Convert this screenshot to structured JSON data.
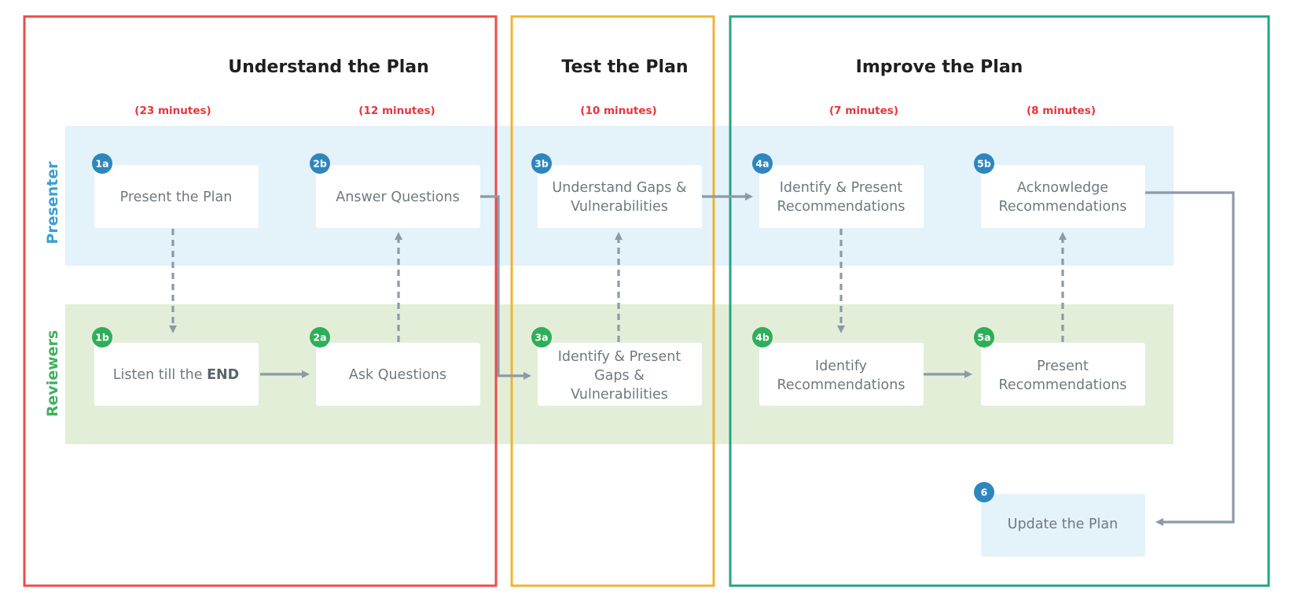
{
  "colors": {
    "presenter_lane": "#e4f2fa",
    "reviewers_lane": "#e3eed8",
    "presenter_label": "#3c9fd1",
    "reviewers_label": "#3fb05f",
    "badge_presenter": "#2e86be",
    "badge_reviewers": "#2fae5a",
    "frame_understand": "#ec4b4b",
    "frame_test": "#f2b233",
    "frame_improve": "#24a384",
    "connector": "#8c9aa8",
    "duration_text": "#e8343a"
  },
  "phases": {
    "understand": {
      "title": "Understand the Plan"
    },
    "test": {
      "title": "Test the Plan"
    },
    "improve": {
      "title": "Improve the Plan"
    }
  },
  "durations": {
    "d1": "(23 minutes)",
    "d2": "(12 minutes)",
    "d3": "(10 minutes)",
    "d4": "(7 minutes)",
    "d5": "(8 minutes)"
  },
  "lanes": {
    "presenter": {
      "label": "Presenter"
    },
    "reviewers": {
      "label": "Reviewers"
    }
  },
  "steps": {
    "s1a": {
      "badge": "1a",
      "line1": "Present the Plan"
    },
    "s2b": {
      "badge": "2b",
      "line1": "Answer Questions"
    },
    "s3b": {
      "badge": "3b",
      "line1": "Understand Gaps &",
      "line2": "Vulnerabilities"
    },
    "s4a": {
      "badge": "4a",
      "line1": "Identify & Present",
      "line2": "Recommendations"
    },
    "s5b": {
      "badge": "5b",
      "line1": "Acknowledge",
      "line2": "Recommendations"
    },
    "s1b": {
      "badge": "1b",
      "line1_prefix": "Listen till the ",
      "line1_bold": "END"
    },
    "s2a": {
      "badge": "2a",
      "line1": "Ask Questions"
    },
    "s3a": {
      "badge": "3a",
      "line1": "Identify & Present",
      "line2": "Gaps &",
      "line3": "Vulnerabilities"
    },
    "s4b": {
      "badge": "4b",
      "line1": "Identify",
      "line2": "Recommendations"
    },
    "s5a": {
      "badge": "5a",
      "line1": "Present",
      "line2": "Recommendations"
    },
    "s6": {
      "badge": "6",
      "line1": "Update the Plan"
    }
  }
}
